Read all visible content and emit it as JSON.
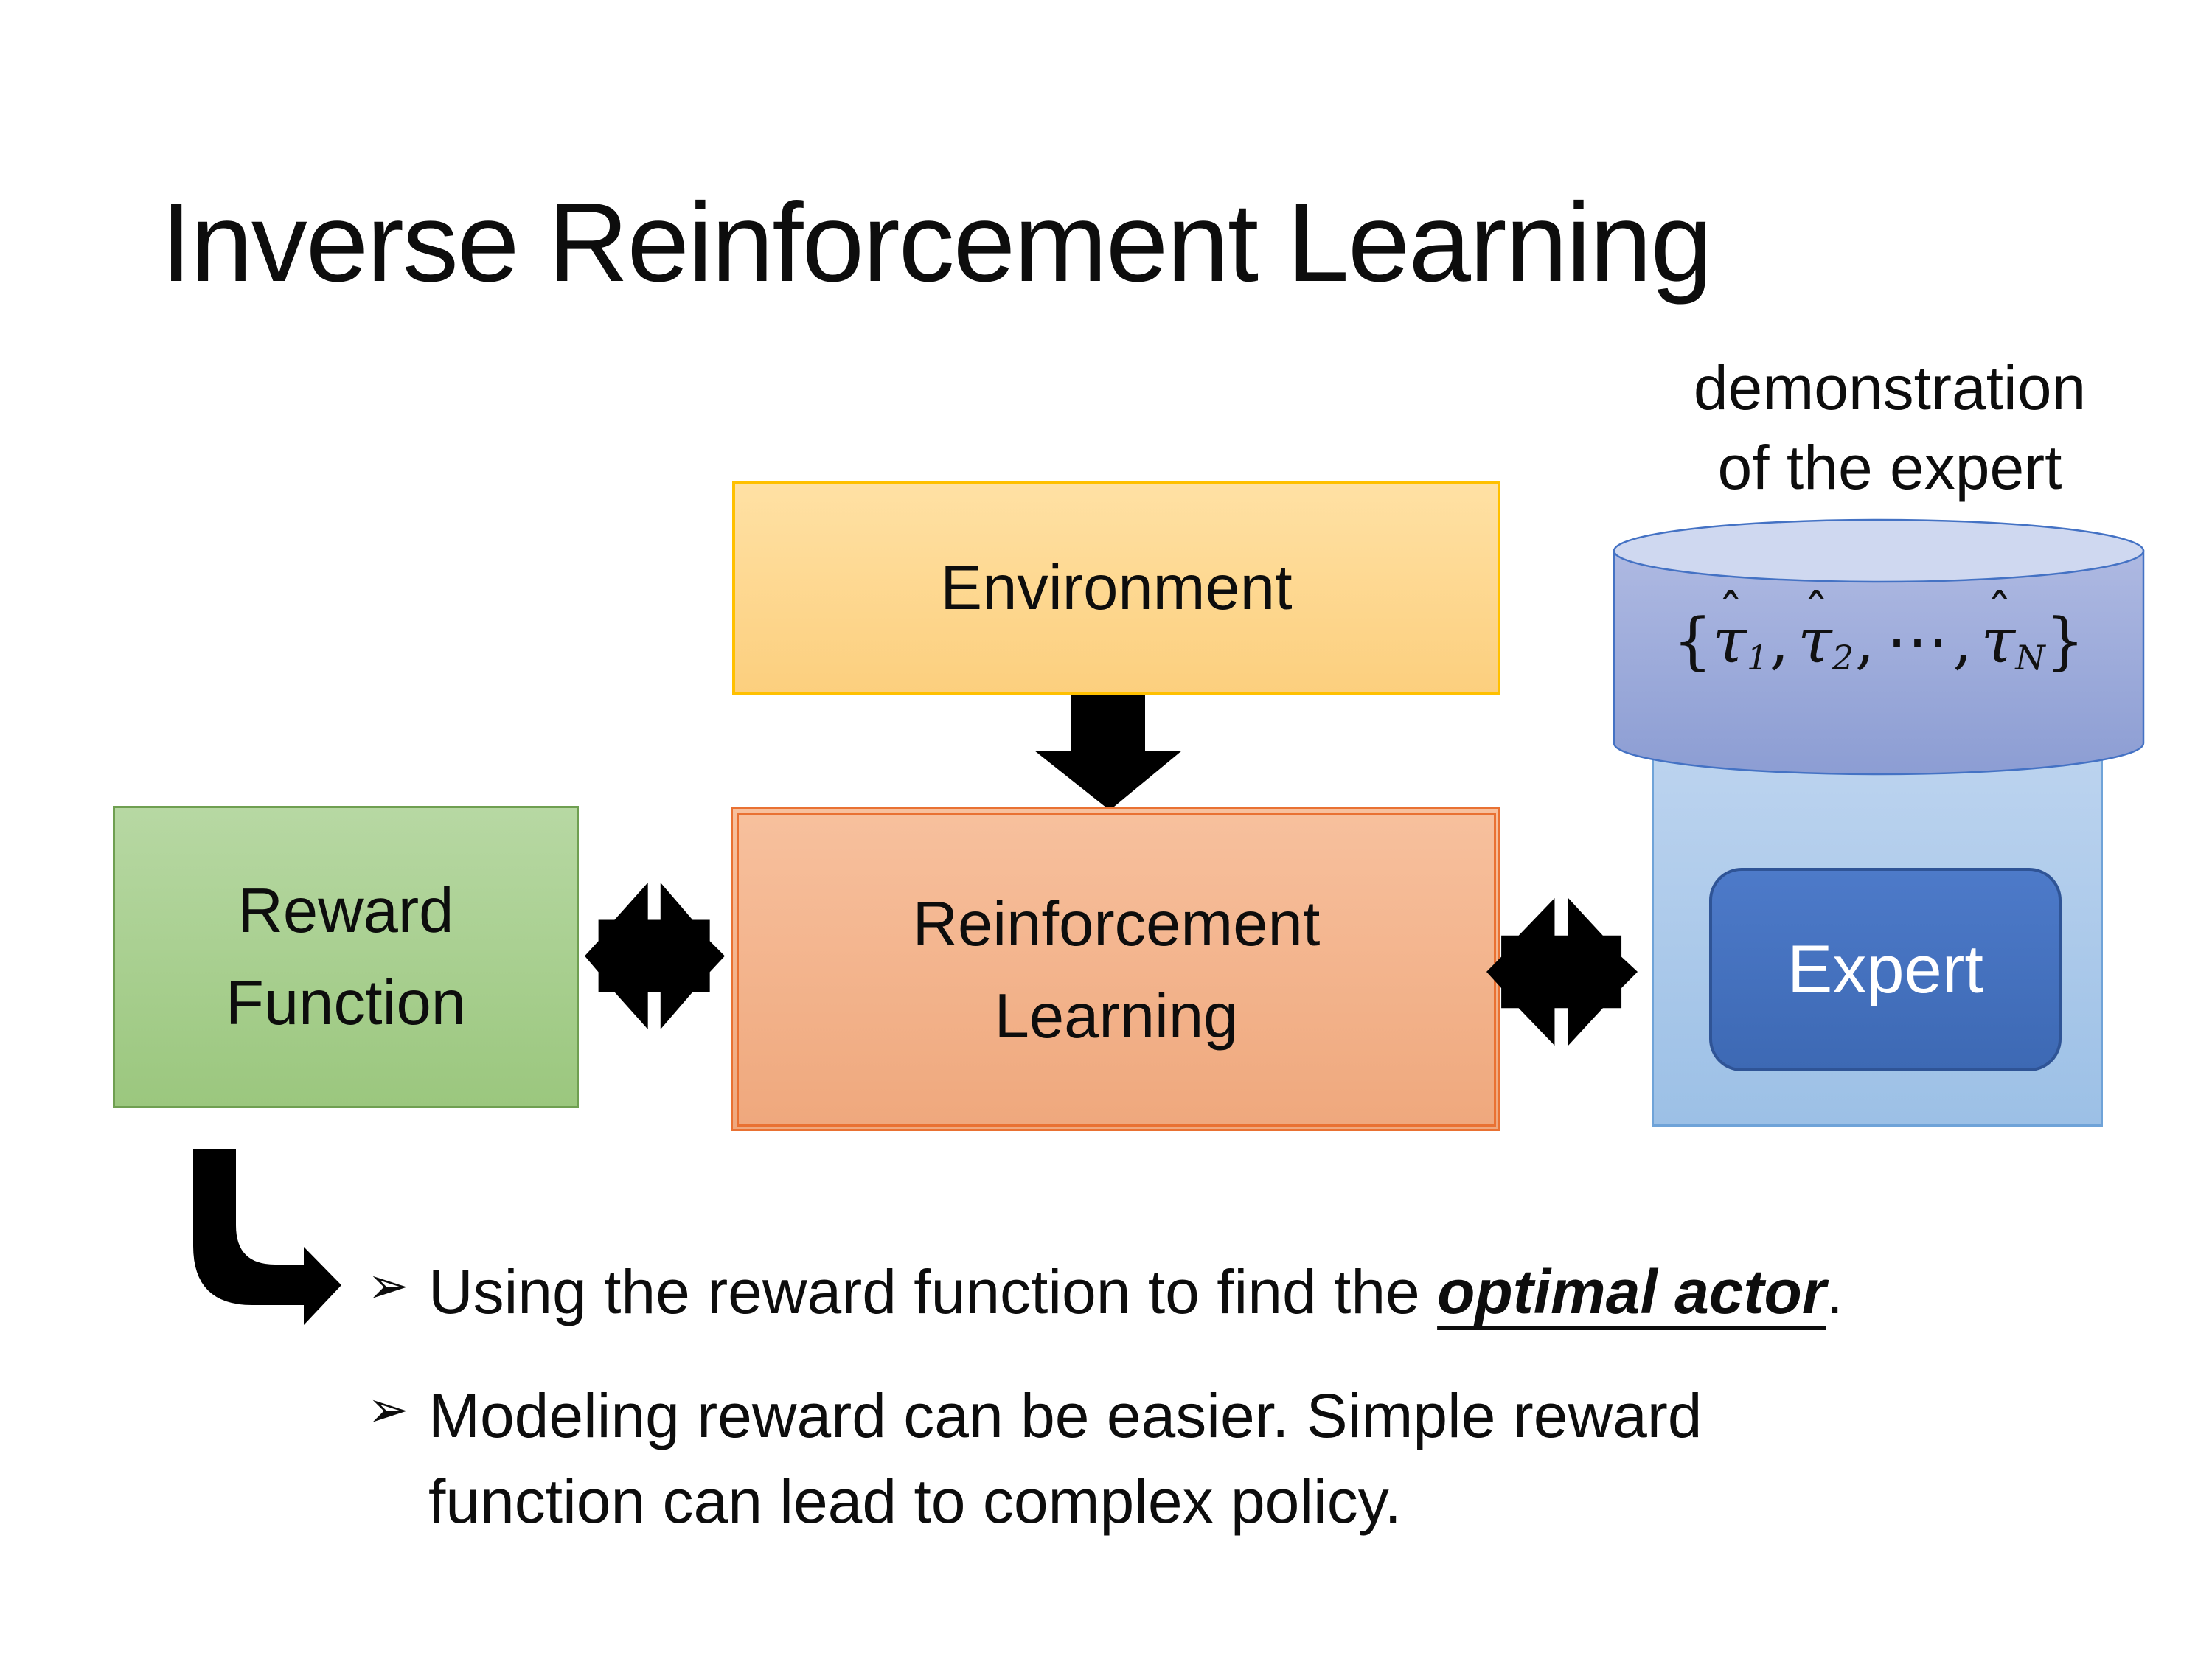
{
  "title": "Inverse Reinforcement Learning",
  "demo_label": {
    "line1": "demonstration",
    "line2": "of the expert"
  },
  "boxes": {
    "environment": "Environment",
    "reward_line1": "Reward",
    "reward_line2": "Function",
    "rl_line1": "Reinforcement",
    "rl_line2": "Learning",
    "expert": "Expert"
  },
  "formula": {
    "open": "{",
    "tau": "τ",
    "hat": "ˆ",
    "sub1": "1",
    "sub2": "2",
    "subN": "N",
    "comma": ",",
    "dots": "⋯",
    "close": "}"
  },
  "bullets": {
    "glyph": "➢",
    "item1_prefix": "Using the reward function to find the ",
    "item1_emphasis": "optimal actor",
    "item1_suffix": ".",
    "item2_line1": "Modeling reward can be easier. Simple reward",
    "item2_line2": "function can lead to complex policy."
  },
  "colors": {
    "env_border": "#FFC000",
    "env_fill_top": "#FFE1A4",
    "env_fill_bottom": "#FCCF7E",
    "rl_border": "#E97132",
    "rl_fill_top": "#F7C09D",
    "rl_fill_bottom": "#EFA87D",
    "reward_border": "#6F9F51",
    "reward_fill_top": "#B7D8A3",
    "reward_fill_bottom": "#9BC77E",
    "cylinder_border": "#4472C4",
    "cylinder_body_top": "#AEB9E2",
    "cylinder_body_bottom": "#8C9DD3",
    "cylinder_top_fill": "#CFD8F0",
    "panel_border": "#6FA3D8",
    "panel_fill_top": "#BDD4EF",
    "panel_fill_bottom": "#9CC0E6",
    "expert_border": "#2F5496",
    "expert_text": "#FFFFFF",
    "arrow": "#000000"
  }
}
